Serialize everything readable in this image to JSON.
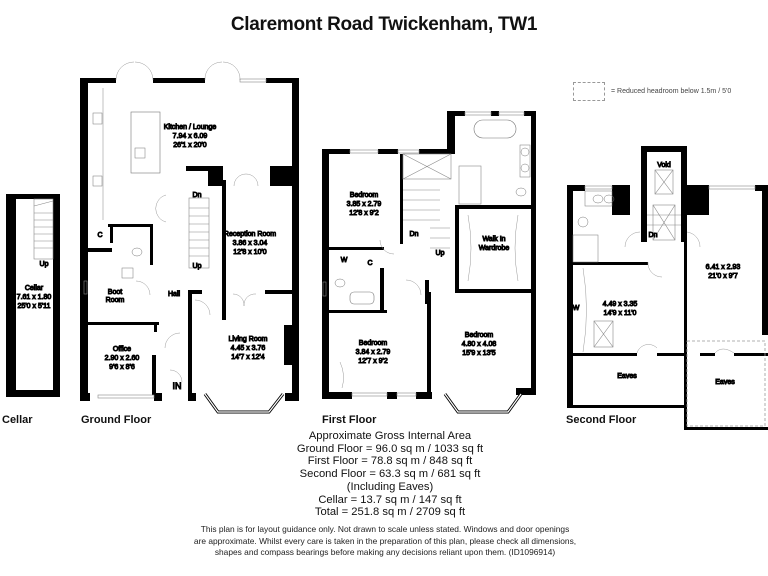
{
  "title": "Claremont Road Twickenham, TW1",
  "legend": {
    "text": "= Reduced headroom below 1.5m / 5'0"
  },
  "floors": {
    "cellar": {
      "label": "Cellar",
      "rooms": [
        {
          "name": "Cellar",
          "metric": "7.61 x 1.80",
          "imperial": "25'0 x 5'11"
        }
      ],
      "annotations": [
        "Up"
      ]
    },
    "ground": {
      "label": "Ground Floor",
      "rooms": [
        {
          "name": "Kitchen / Lounge",
          "metric": "7.94 x 6.09",
          "imperial": "26'1 x 20'0"
        },
        {
          "name": "Reception Room",
          "metric": "3.86 x 3.04",
          "imperial": "12'8 x 10'0"
        },
        {
          "name": "Boot Room"
        },
        {
          "name": "Hall"
        },
        {
          "name": "Office",
          "metric": "2.90 x 2.60",
          "imperial": "9'6 x 8'6"
        },
        {
          "name": "Living Room",
          "metric": "4.45 x 3.76",
          "imperial": "14'7 x 12'4"
        }
      ],
      "annotations": [
        "Dn",
        "Up",
        "C",
        "IN"
      ]
    },
    "first": {
      "label": "First Floor",
      "rooms": [
        {
          "name": "Bedroom",
          "metric": "3.85 x 2.79",
          "imperial": "12'8 x 9'2"
        },
        {
          "name": "Walk In Wardrobe"
        },
        {
          "name": "Bedroom",
          "metric": "3.84 x 2.79",
          "imperial": "12'7 x 9'2"
        },
        {
          "name": "Bedroom",
          "metric": "4.80 x 4.08",
          "imperial": "15'9 x 13'5"
        }
      ],
      "annotations": [
        "Dn",
        "Up",
        "W",
        "C"
      ]
    },
    "second": {
      "label": "Second Floor",
      "rooms": [
        {
          "name": "Void"
        },
        {
          "name": "",
          "metric": "6.41 x 2.93",
          "imperial": "21'0 x 9'7"
        },
        {
          "name": "",
          "metric": "4.49 x 3.35",
          "imperial": "14'9 x 11'0"
        },
        {
          "name": "Eaves"
        },
        {
          "name": "Eaves"
        }
      ],
      "annotations": [
        "Dn",
        "W"
      ]
    }
  },
  "area_summary": {
    "heading": "Approximate Gross Internal Area",
    "lines": [
      "Ground Floor = 96.0 sq m / 1033 sq ft",
      "First Floor = 78.8 sq m / 848 sq ft",
      "Second Floor = 63.3 sq m / 681 sq ft",
      "(Including Eaves)",
      "Cellar = 13.7 sq m / 147 sq ft",
      "Total = 251.8 sq m / 2709 sq ft"
    ]
  },
  "disclaimer": [
    "This plan is for layout guidance only. Not drawn to scale unless stated. Windows and door openings",
    "are approximate. Whilst every care is taken in the preparation of this plan, please check all dimensions,",
    "shapes and compass bearings before making any decisions reliant upon them. (ID1096914)"
  ]
}
